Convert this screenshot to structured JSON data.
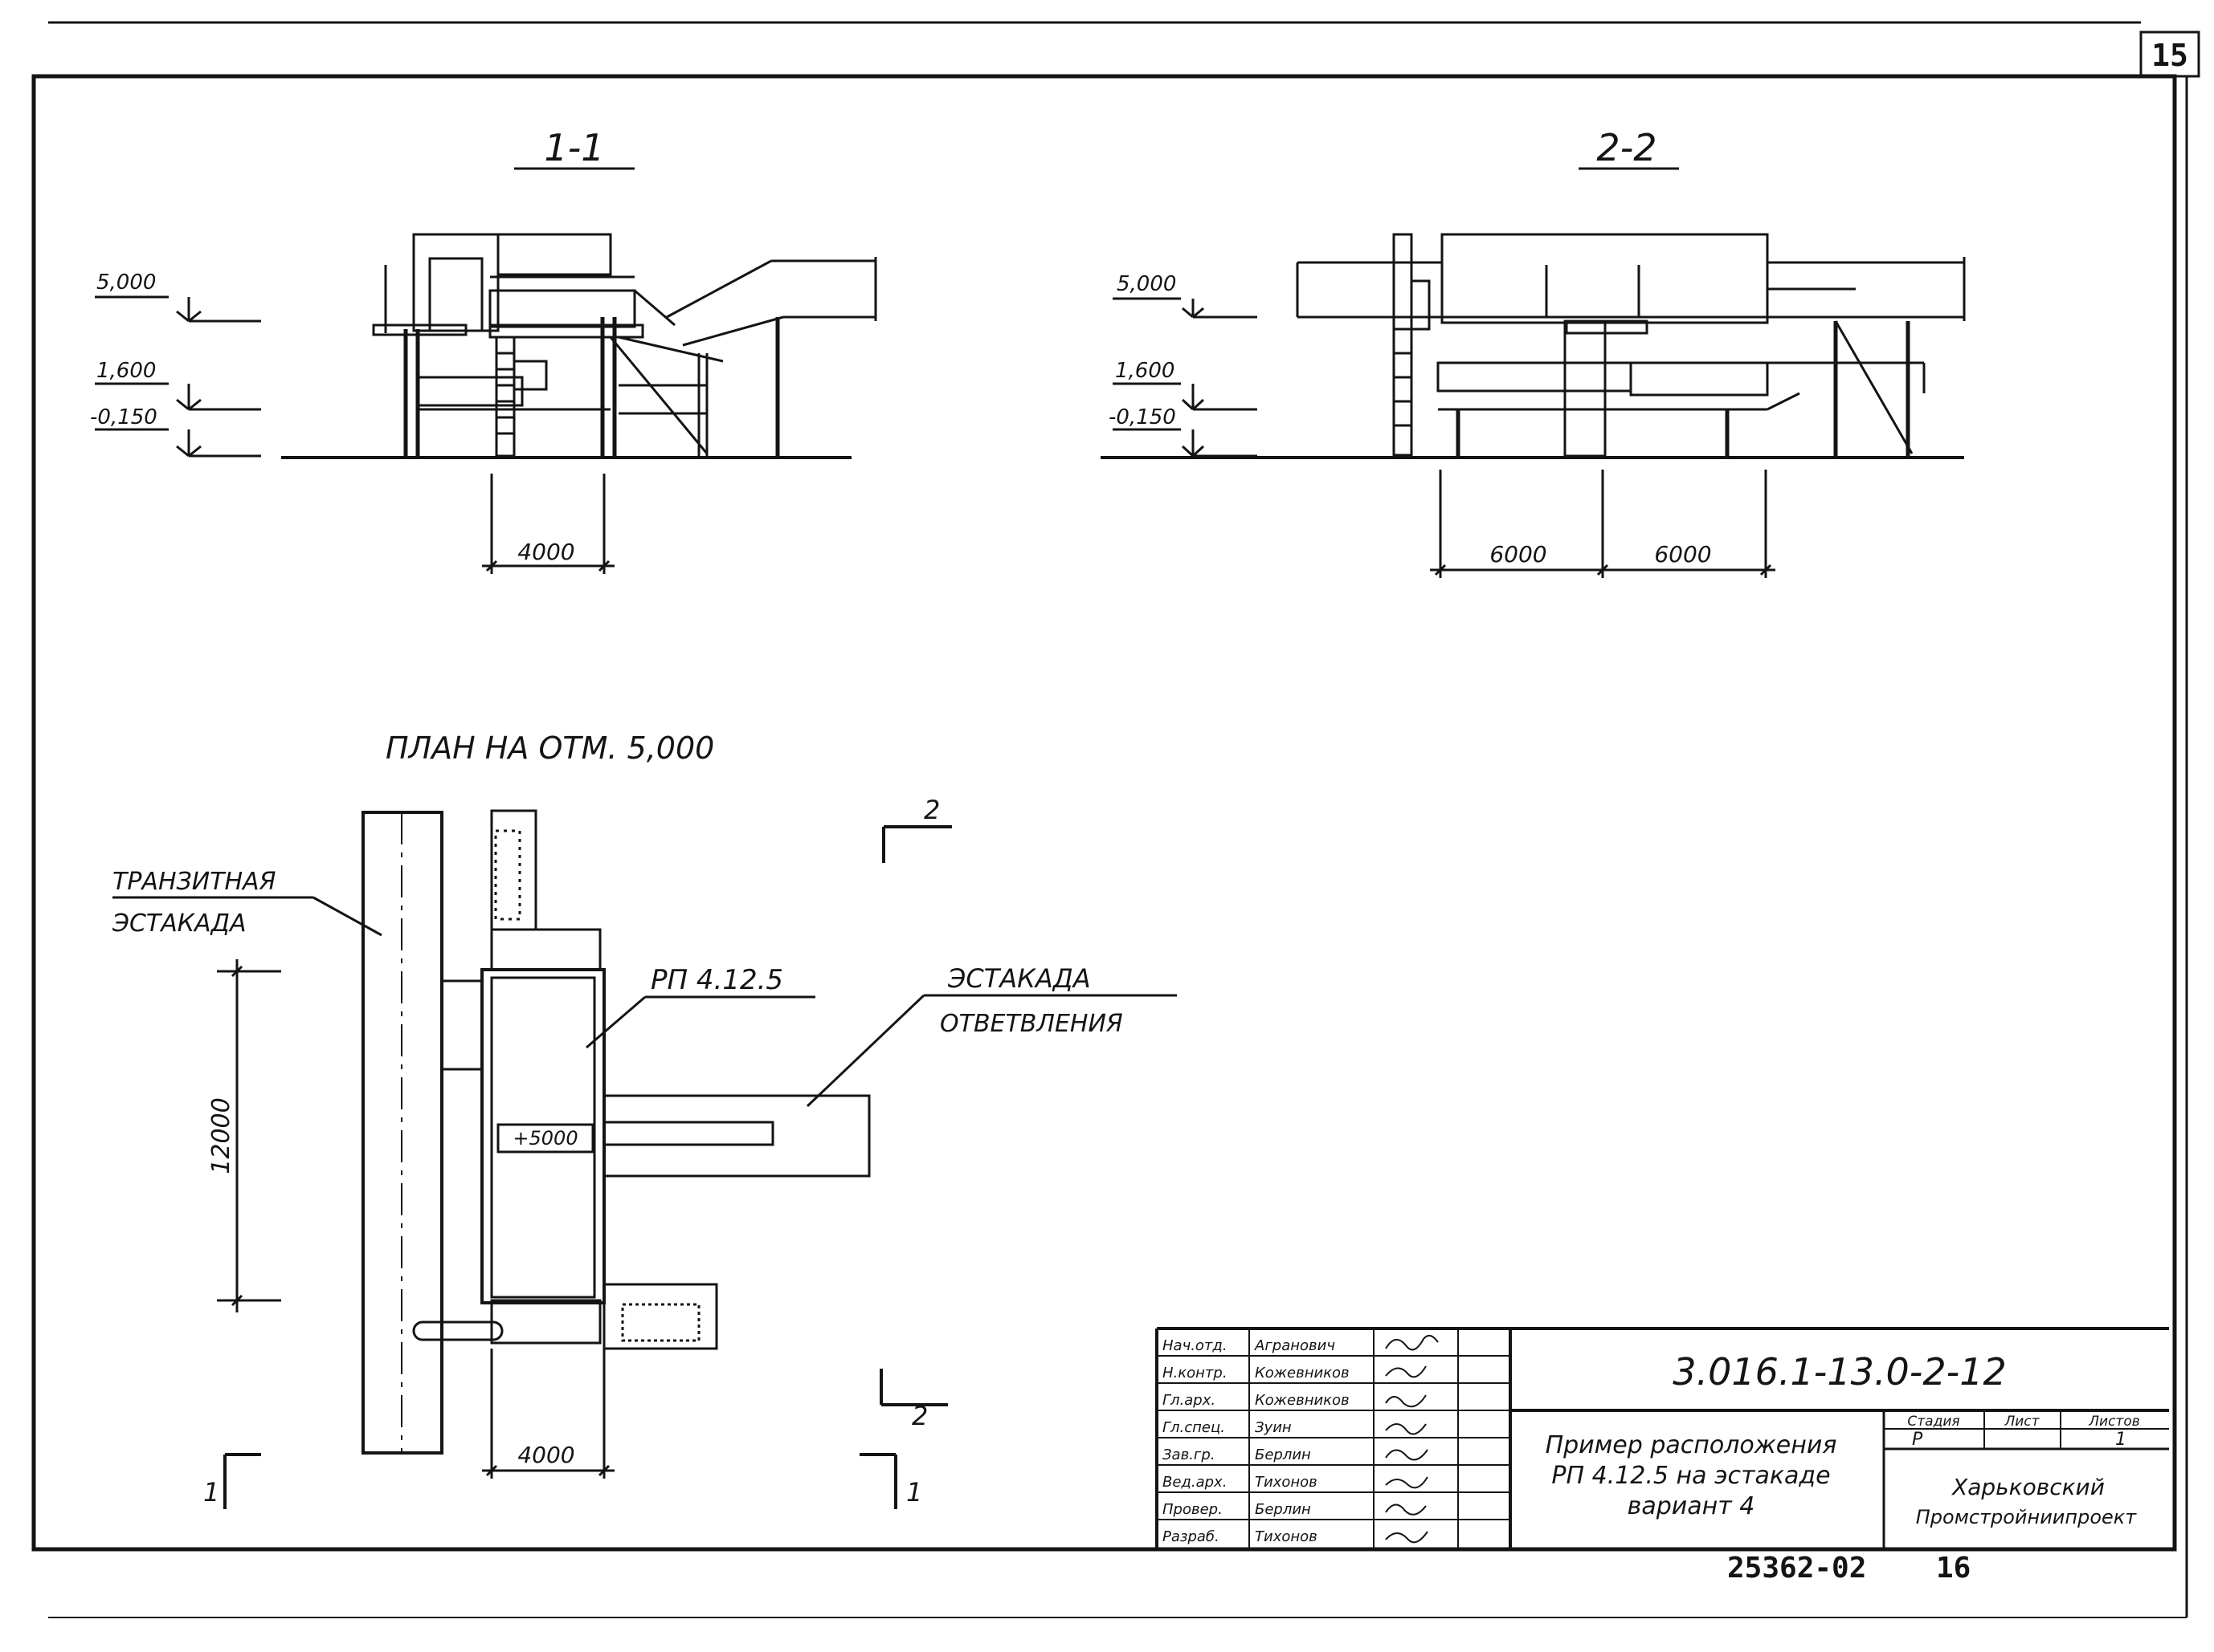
{
  "sheet": {
    "page_number": "15",
    "archive_number": "25362-02",
    "archive_page": "16"
  },
  "section_1": {
    "title": "1-1",
    "levels": [
      "5,000",
      "1,600",
      "-0,150"
    ],
    "dim": "4000"
  },
  "section_2": {
    "title": "2-2",
    "levels": [
      "5,000",
      "1,600",
      "-0,150"
    ],
    "dims": [
      "6000",
      "6000"
    ]
  },
  "plan": {
    "title": "ПЛАН НА ОТМ. 5,000",
    "transit_label": [
      "ТРАНЗИТНАЯ",
      "ЭСТАКАДА"
    ],
    "module_label": "РП 4.12.5",
    "branch_label": [
      "ЭСТАКАДА",
      "ОТВЕТВЛЕНИЯ"
    ],
    "elevation_mark": "+5000",
    "dim_vertical": "12000",
    "dim_bottom": "4000",
    "cut_marks": {
      "top_right": "2",
      "bottom_right": "2",
      "bottom_left": "1",
      "bottom_mid": "1"
    }
  },
  "title_block": {
    "doc_code": "3.016.1-13.0-2-12",
    "description": [
      "Пример расположения",
      "РП 4.12.5 на эстакаде",
      "вариант 4"
    ],
    "organization": [
      "Харьковский",
      "Промстройниипроект"
    ],
    "stage_header": [
      "Стадия",
      "Лист",
      "Листов"
    ],
    "stage_values": [
      "Р",
      "",
      "1"
    ],
    "staff": [
      [
        "Нач.отд.",
        "Агранович"
      ],
      [
        "Н.контр.",
        "Кожевников"
      ],
      [
        "Гл.арх.",
        "Кожевников"
      ],
      [
        "Гл.спец.",
        "Зуин"
      ],
      [
        "Зав.гр.",
        "Берлин"
      ],
      [
        "Вед.арх.",
        "Тихонов"
      ],
      [
        "Провер.",
        "Берлин"
      ],
      [
        "Разраб.",
        "Тихонов"
      ]
    ]
  },
  "colors": {
    "ink": "#141414",
    "paper": "#ffffff"
  }
}
